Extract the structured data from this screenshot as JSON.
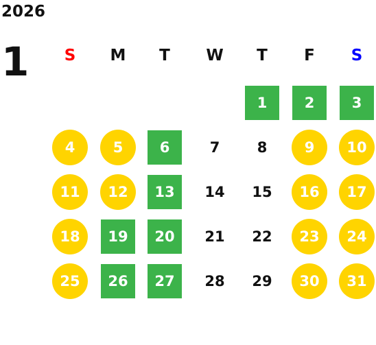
{
  "calendar": {
    "year": "2026",
    "month": "1",
    "weekdays": [
      {
        "label": "S",
        "color": "#ff0000"
      },
      {
        "label": "M",
        "color": "#111111"
      },
      {
        "label": "T",
        "color": "#111111"
      },
      {
        "label": "W",
        "color": "#111111"
      },
      {
        "label": "T",
        "color": "#111111"
      },
      {
        "label": "F",
        "color": "#111111"
      },
      {
        "label": "S",
        "color": "#0000ff"
      }
    ],
    "colors": {
      "green": "#3cb34a",
      "yellow": "#ffd400"
    },
    "weeks": [
      [
        null,
        null,
        null,
        null,
        {
          "day": "1",
          "mark": "green"
        },
        {
          "day": "2",
          "mark": "green"
        },
        {
          "day": "3",
          "mark": "green"
        }
      ],
      [
        {
          "day": "4",
          "mark": "yellow"
        },
        {
          "day": "5",
          "mark": "yellow"
        },
        {
          "day": "6",
          "mark": "green"
        },
        {
          "day": "7",
          "mark": "none"
        },
        {
          "day": "8",
          "mark": "none"
        },
        {
          "day": "9",
          "mark": "yellow"
        },
        {
          "day": "10",
          "mark": "yellow"
        }
      ],
      [
        {
          "day": "11",
          "mark": "yellow"
        },
        {
          "day": "12",
          "mark": "yellow"
        },
        {
          "day": "13",
          "mark": "green"
        },
        {
          "day": "14",
          "mark": "none"
        },
        {
          "day": "15",
          "mark": "none"
        },
        {
          "day": "16",
          "mark": "yellow"
        },
        {
          "day": "17",
          "mark": "yellow"
        }
      ],
      [
        {
          "day": "18",
          "mark": "yellow"
        },
        {
          "day": "19",
          "mark": "green"
        },
        {
          "day": "20",
          "mark": "green"
        },
        {
          "day": "21",
          "mark": "none"
        },
        {
          "day": "22",
          "mark": "none"
        },
        {
          "day": "23",
          "mark": "yellow"
        },
        {
          "day": "24",
          "mark": "yellow"
        }
      ],
      [
        {
          "day": "25",
          "mark": "yellow"
        },
        {
          "day": "26",
          "mark": "green"
        },
        {
          "day": "27",
          "mark": "green"
        },
        {
          "day": "28",
          "mark": "none"
        },
        {
          "day": "29",
          "mark": "none"
        },
        {
          "day": "30",
          "mark": "yellow"
        },
        {
          "day": "31",
          "mark": "yellow"
        }
      ]
    ]
  }
}
